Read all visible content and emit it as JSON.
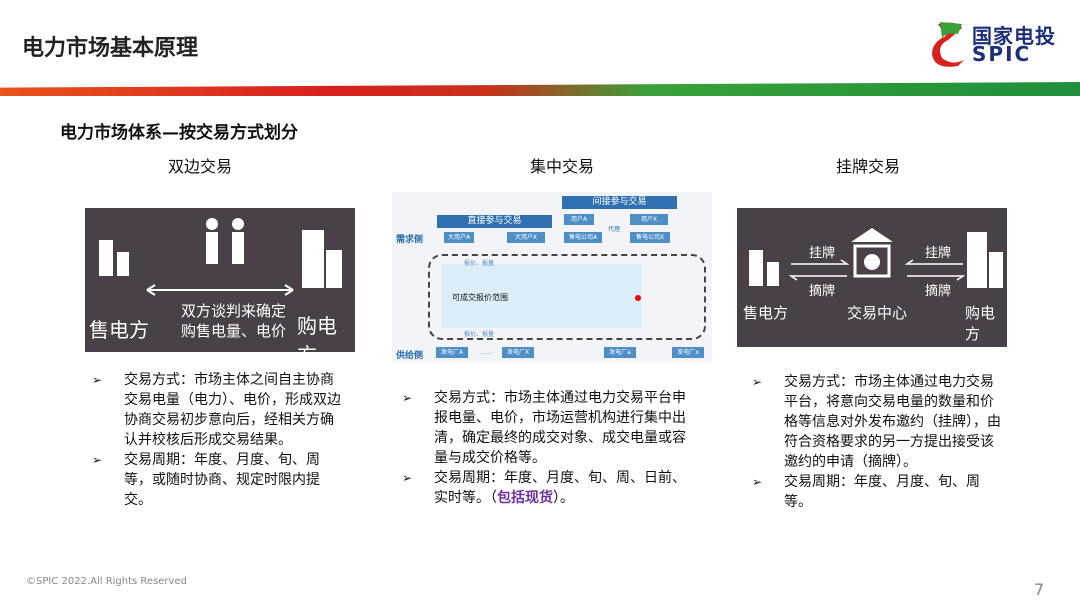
{
  "header": {
    "title": "电力市场基本原理",
    "logo_cn": "国家电投",
    "logo_en": "SPIC"
  },
  "subtitle": "电力市场体系—按交易方式划分",
  "columns": [
    {
      "heading": "双边交易",
      "figure": {
        "seller": "售电方",
        "buyer": "购电方",
        "middle_line1": "双方谈判来确定",
        "middle_line2": "购售电量、电价"
      },
      "bullets": [
        "交易方式：市场主体之间自主协商交易电量（电力）、电价，形成双边协商交易初步意向后，经相关方确认并校核后形成交易结果。",
        "交易周期：年度、月度、旬、周等，或随时协商、规定时限内提交。"
      ]
    },
    {
      "heading": "集中交易",
      "figure": {
        "demand_side": "需求侧",
        "supply_side": "供给侧",
        "direct": "直接参与交易",
        "indirect": "间接参与交易",
        "big_user_a": "大用户A",
        "big_user_x": "大用户X",
        "user_a": "用户A",
        "user_x": "用户X",
        "retailer_a": "售电公司A",
        "retailer_x": "售电公司X",
        "agent": "代理",
        "quote": "报价、报量",
        "range": "可成交报价范围",
        "plant_A": "发电厂A",
        "plant_X": "发电厂X",
        "plant_a": "发电厂a",
        "plant_x": "发电厂x",
        "dots": "……"
      },
      "bullets": [
        "交易方式：市场主体通过电力交易平台申报电量、电价，市场运营机构进行集中出清，确定最终的成交对象、成交电量或容量与成交价格等。",
        "交易周期：年度、月度、旬、周、日前、实时等。（"
      ],
      "highlight": "包括现货",
      "bullet2_end": "）。"
    },
    {
      "heading": "挂牌交易",
      "figure": {
        "seller": "售电方",
        "center": "交易中心",
        "buyer": "购电方",
        "list": "挂牌",
        "delist": "摘牌"
      },
      "bullets": [
        "交易方式：市场主体通过电力交易平台，将意向交易电量的数量和价格等信息对外发布邀约（挂牌），由符合资格要求的另一方提出接受该邀约的申请（摘牌）。",
        "交易周期：年度、月度、旬、周等。"
      ]
    }
  ],
  "footer": {
    "copyright": "©SPIC 2022.All Rights Reserved",
    "page": "7"
  }
}
